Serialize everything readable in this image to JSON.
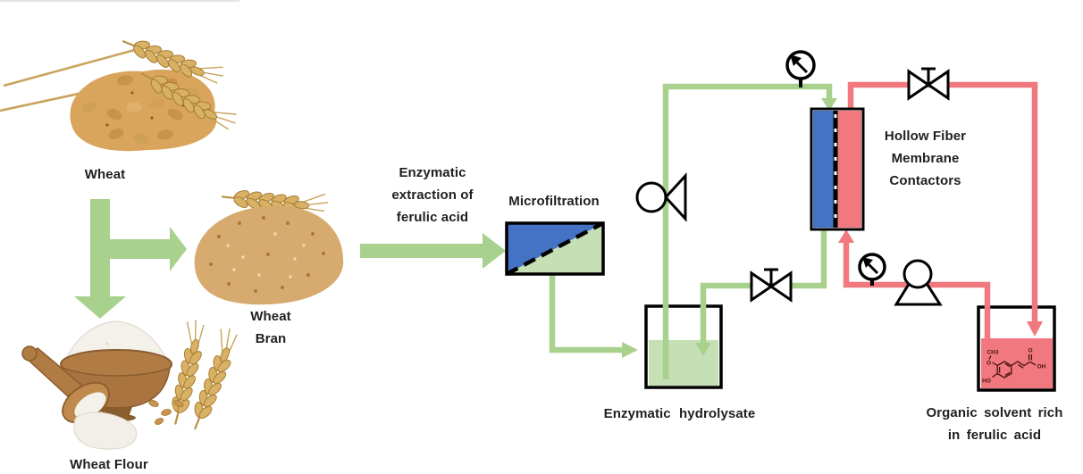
{
  "products": {
    "wheat": {
      "label": "Wheat"
    },
    "wheat_bran": {
      "label": "Wheat Bran"
    },
    "wheat_flour": {
      "label": "Wheat Flour"
    }
  },
  "process_labels": {
    "extraction": "Enzymatic extraction of ferulic acid",
    "microfiltration": "Microfiltration",
    "hydrolysate": "Enzymatic hydrolysate",
    "membrane_contactors": "Hollow Fiber Membrane Contactors",
    "organic_solvent": "Organic solvent rich in ferulic acid"
  },
  "molecule_labels": {
    "ch3": "CH3",
    "o_methoxy": "O",
    "ho": "HO",
    "o_carbonyl": "O",
    "oh": "OH"
  },
  "colors": {
    "pipe_green": "#a9d18e",
    "fill_green": "#c5e0b4",
    "membrane_blue": "#4472c4",
    "pipe_red": "#f1787e",
    "fill_red": "#f1787e",
    "outline_black": "#000000"
  }
}
